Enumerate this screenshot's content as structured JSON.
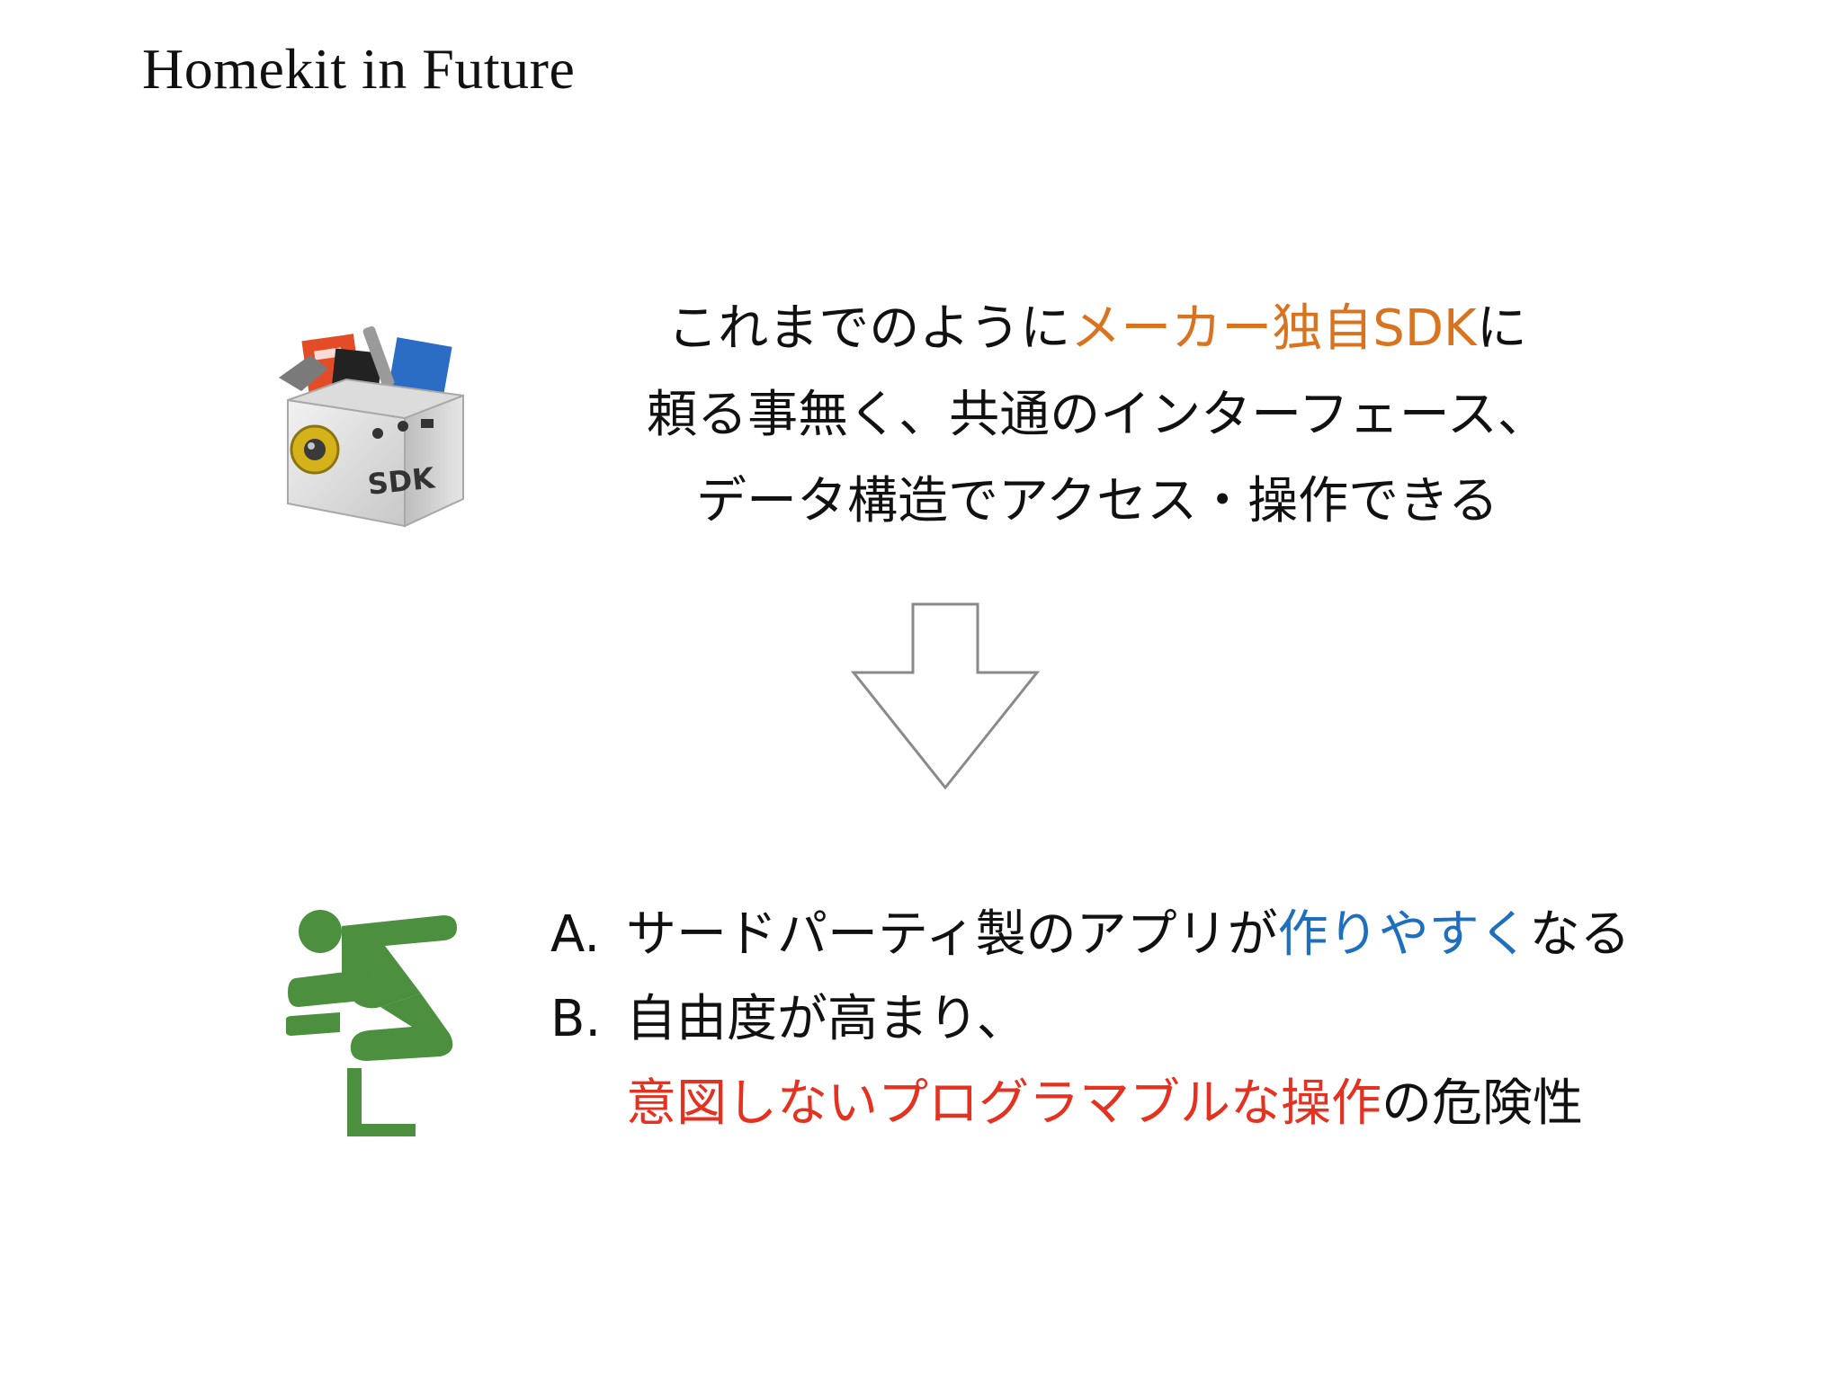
{
  "slide": {
    "title": "Homekit in Future"
  },
  "top": {
    "line1": {
      "before": "これまでのように",
      "highlight": "メーカー独自SDK",
      "after": "に",
      "highlight_color": "#d9731f"
    },
    "line2": "頼る事無く、共通のインターフェース、",
    "line3": "データ構造でアクセス・操作できる",
    "sdk_icon": {
      "label": "SDK",
      "icon": "sdk-box-icon"
    }
  },
  "arrow": {
    "icon": "down-arrow-icon"
  },
  "bottom": {
    "a": {
      "marker": "A.",
      "before": "サードパーティ製のアプリが",
      "highlight": "作りやすく",
      "after": "なる",
      "highlight_color": "#1f6fbf"
    },
    "b": {
      "marker": "B.",
      "text": "自由度が高まり、"
    },
    "c": {
      "highlight": "意図しないプログラマブルな操作",
      "after": "の危険性",
      "highlight_color": "#e5311f"
    },
    "icon": "hurdle-jump-icon"
  }
}
